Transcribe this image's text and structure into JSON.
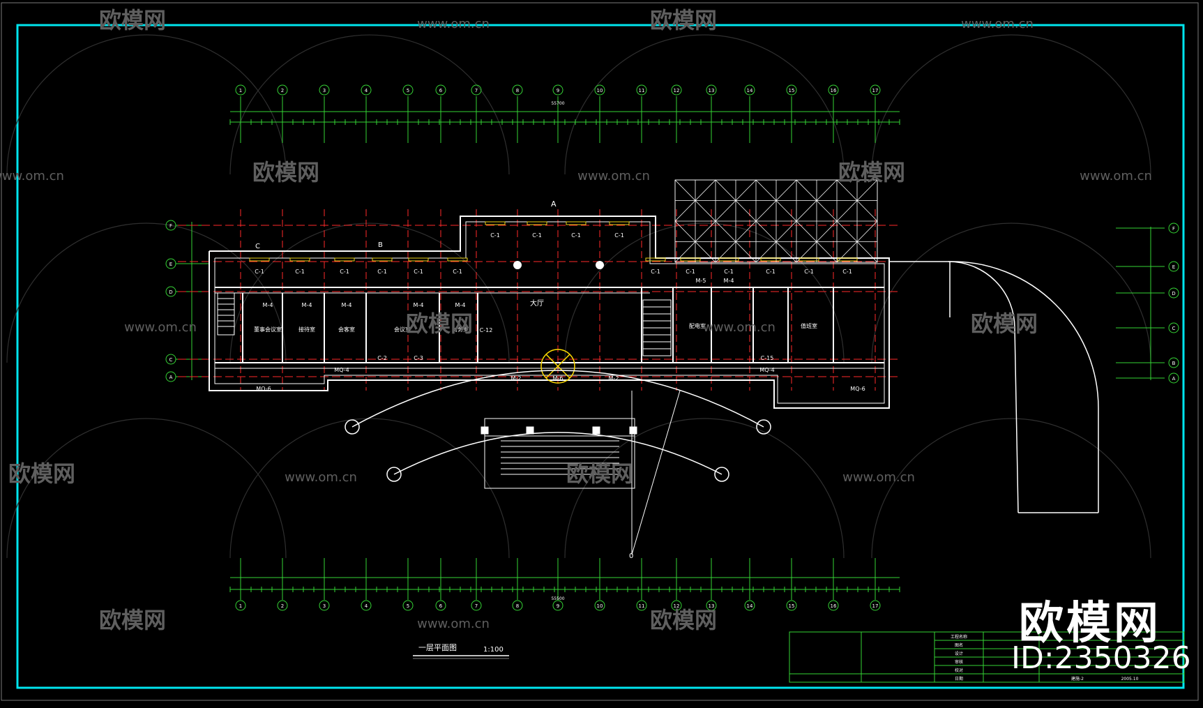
{
  "drawing": {
    "title": "一层平面图",
    "scale": "1:100",
    "hall_label": "大厅",
    "section_mark": "A",
    "section_mark_c": "C",
    "section_mark_b": "B",
    "north_label": "0"
  },
  "axes": {
    "columns": [
      "1",
      "2",
      "3",
      "4",
      "5",
      "6",
      "7",
      "8",
      "9",
      "10",
      "11",
      "12",
      "13",
      "14",
      "15",
      "16",
      "17"
    ],
    "rows_left": [
      "F",
      "E",
      "D",
      "C",
      "A"
    ],
    "rows_right": [
      "F",
      "E",
      "D",
      "C",
      "B",
      "A"
    ],
    "total_top": "55700",
    "total_bottom": "55500"
  },
  "rooms": [
    {
      "name": "董事会议室"
    },
    {
      "name": "接待室"
    },
    {
      "name": "会客室"
    },
    {
      "name": "会议室"
    },
    {
      "name": "财务室"
    },
    {
      "name": "配电室"
    },
    {
      "name": "值班室"
    }
  ],
  "door_labels": [
    "M-4",
    "M-4",
    "M-4",
    "M-4",
    "M-4",
    "M-4",
    "M-5",
    "M-2",
    "M-6",
    "M-2",
    "MQ-4",
    "MQ-4",
    "MQ-6",
    "MQ-6",
    "C-2",
    "C-3",
    "C-15"
  ],
  "window_labels": [
    "C-1",
    "C-1",
    "C-1",
    "C-1",
    "C-1",
    "C-1",
    "C-1",
    "C-1",
    "C-1",
    "C-1",
    "C-1",
    "C-1",
    "C-1",
    "C-1",
    "C-1",
    "C-1",
    "C-12"
  ],
  "title_block": {
    "rows": [
      "工程名称",
      "图名",
      "设计",
      "审核",
      "校对",
      "日期"
    ],
    "sheet": "建施-2",
    "date": "2005.10"
  },
  "watermark": {
    "brand": "欧模网",
    "url": "www.om.cn",
    "id": "ID:2350326"
  },
  "colors": {
    "background": "#000000",
    "frame": "#00e5ee",
    "walls": "#ffffff",
    "axis_red": "#ff2a2a",
    "green": "#35d435",
    "yellow": "#e8d21a",
    "watermark": "#5f5f5f"
  }
}
